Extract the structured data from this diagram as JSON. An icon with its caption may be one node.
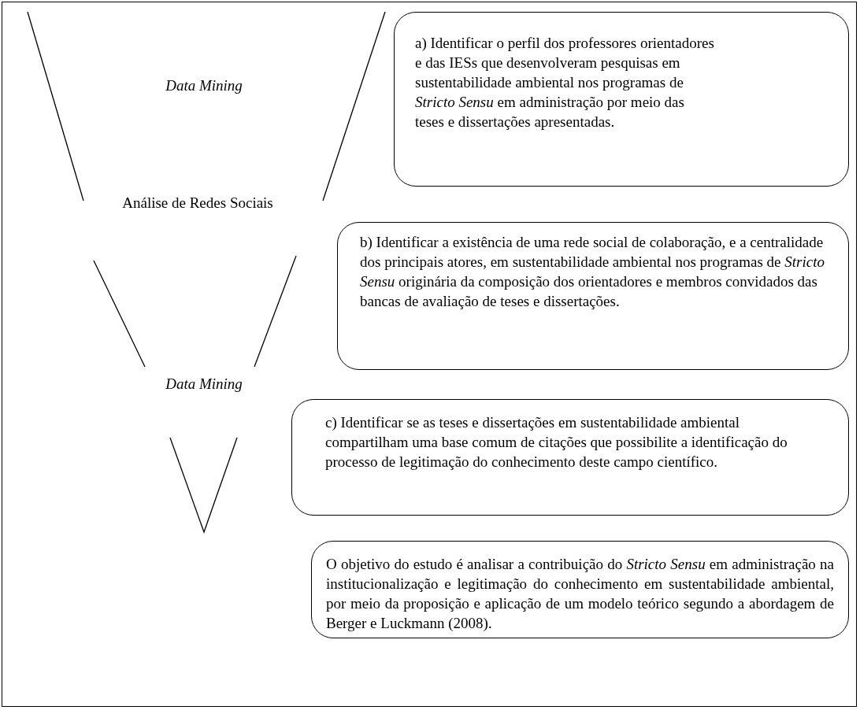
{
  "diagram": {
    "nodes": [
      {
        "text": [
          "a) Identificar o perfil dos professores orientadores e das IESs que desenvolveram pesquisas em sustentabilidade ambiental nos programas de *Stricto Sensu* em administração por meio das teses e dissertações apresentadas."
        ]
      },
      {
        "text": [
          "b) Identificar a existência de uma rede social de colaboração, e a centralidade dos principais atores, em sustentabilidade ambiental nos programas de *Stricto Sensu* originária da composição dos orientadores e membros convidados das bancas de avaliação de teses e dissertações."
        ]
      },
      {
        "text": [
          "c) Identificar se as teses e dissertações em sustentabilidade ambiental compartilham uma base comum de citações que possibilite a identificação do processo de legitimação do conhecimento deste campo científico."
        ]
      },
      {
        "text": [
          "O objetivo do estudo é analisar a contribuição do *Stricto Sensu* em administração na institucionalização e legitimação do conhecimento em sustentabilidade ambiental, por meio da proposição e aplicação de um modelo teórico segundo a abordagem de Berger e Luckmann (2008)."
        ]
      }
    ],
    "labels": [
      "Data Mining",
      "Análise de Redes Sociais",
      "Data Mining"
    ]
  }
}
